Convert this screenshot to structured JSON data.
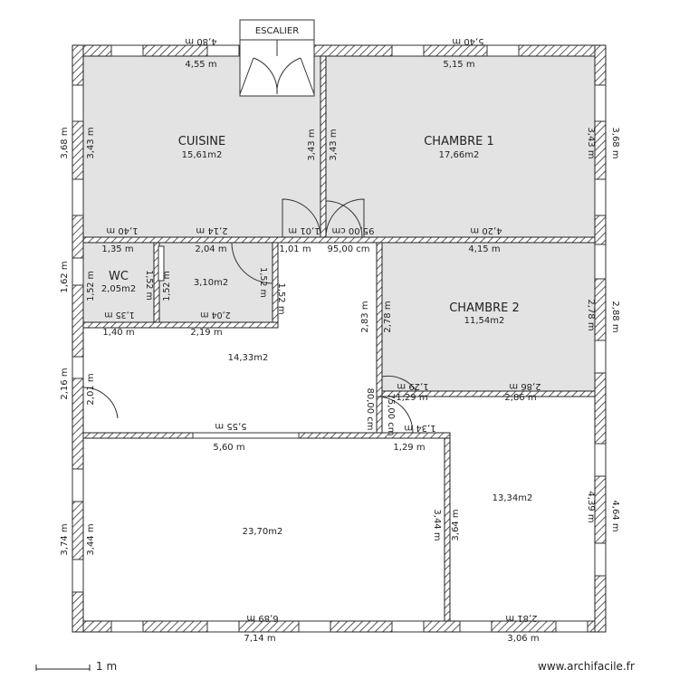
{
  "stair_label": "ESCALIER",
  "rooms": {
    "cuisine": {
      "name": "CUISINE",
      "area": "15,61m2"
    },
    "chambre1": {
      "name": "CHAMBRE 1",
      "area": "17,66m2"
    },
    "chambre2": {
      "name": "CHAMBRE 2",
      "area": "11,54m2"
    },
    "wc": {
      "name": "WC",
      "area": "2,05m2"
    },
    "bath": {
      "area": "3,10m2"
    },
    "hall": {
      "area": "14,33m2"
    },
    "salon": {
      "area": "23,70m2"
    },
    "room_se": {
      "area": "13,34m2"
    }
  },
  "dims": {
    "top_out_left": "4,80 m",
    "top_in_left": "4,55 m",
    "top_out_right": "5,40 m",
    "top_in_right": "5,15 m",
    "left_cuisine_out": "3,68 m",
    "left_cuisine_in": "3,43 m",
    "cuisine_right_wall_a": "3,43 m",
    "cuisine_right_wall_b": "3,43 m",
    "right_ch1_in": "3,43 m",
    "right_ch1_out": "3,68 m",
    "mid_140": "1,40 m",
    "mid_214": "2,14 m",
    "mid_101": "1,01 m",
    "mid_95": "95,00 cm",
    "mid_420": "4,20 m",
    "row2_135": "1,35 m",
    "row2_204": "2,04 m",
    "row2_101": "1,01 m",
    "row2_95cm": "95,00 cm",
    "row2_415": "4,15 m",
    "left_162": "1,62 m",
    "wc_152a": "1,52 m",
    "wc_152b": "1,52 m",
    "bath_152a": "1,52 m",
    "bath_152b": "1,52 m",
    "wc_135b": "1,35 m",
    "bath_204b": "2,04 m",
    "ch2_283": "2,83 m",
    "ch2_278": "2,78 m",
    "ch2_278r": "2,78 m",
    "ch2_288": "2,88 m",
    "row3_140": "1,40 m",
    "row3_219": "2,19 m",
    "ch2_129": "1,29 m",
    "ch2_286": "2,86 m",
    "left_216": "2,16 m",
    "left_201": "2,01 m",
    "hall_80cm": "80,00 cm",
    "hall_129a": "1,29 m",
    "hall_286": "2,86 m",
    "hall_75cm": "75,00 cm",
    "hall_134": "1,34 m",
    "salon_555": "5,55 m",
    "salon_560": "5,60 m",
    "salon_129": "1,29 m",
    "left_374": "3,74 m",
    "left_344": "3,44 m",
    "salon_r_344": "3,44 m",
    "se_364": "3,64 m",
    "right_439": "4,39 m",
    "right_464": "4,64 m",
    "bot_689": "6,89 m",
    "bot_714": "7,14 m",
    "bot_281": "2,81 m",
    "bot_306": "3,06 m"
  },
  "scale_label": "1 m",
  "watermark": "www.archifacile.fr"
}
